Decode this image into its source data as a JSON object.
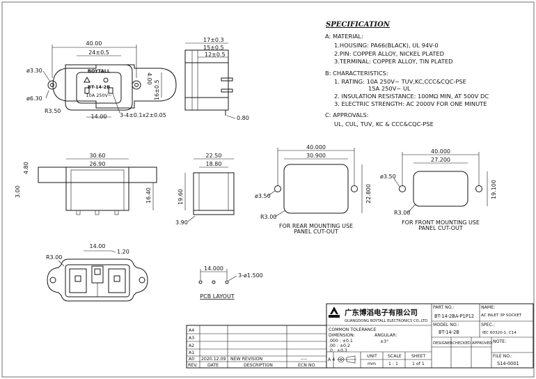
{
  "spec": {
    "title": "SPECIFICATION",
    "material_heading": "A: MATERIAL:",
    "material": [
      "1.HOUSING: PA66(BLACK), UL 94V-0",
      "2.PIN: COPPER ALLOY, NICKEL PLATED",
      "3.TERMINAL: COPPER ALLOY, TIN PLATED"
    ],
    "char_heading": "B: CHARACTERISTICS:",
    "characteristics": [
      "1. RATING: 10A 250V~ TUV,KC,CCC&CQC-PSE",
      "15A 250V~ UL",
      "2. INSULATION RESISTANCE: 100MΩ MIN, AT 500V DC",
      "3. ELECTRIC STRENGTH: AC 2000V FOR ONE MINUTE"
    ],
    "approvals_heading": "C: APPROVALS:",
    "approvals": "UL, CUL, TUV, KC & CCC&CQC-PSE"
  },
  "front_view": {
    "dims": [
      "40.00",
      "24±0.5",
      "ø3.30",
      "ø6.30",
      "R3.50",
      "14.00",
      "3-4±0.1x2±0.05",
      "4.00",
      "16±0.5"
    ],
    "brand": "BOYTALL",
    "model": "BT-14-2B",
    "rating": "10A 250V~"
  },
  "side_view": {
    "dims": [
      "17±0.3",
      "15±0.5",
      "12±0.5",
      "0.80"
    ]
  },
  "bottom_view": {
    "dims": [
      "30.60",
      "26.90",
      "4.80",
      "3.00",
      "16.40"
    ]
  },
  "end_view": {
    "dims": [
      "22.50",
      "18.80",
      "19.60",
      "3.90"
    ]
  },
  "rear_cutout": {
    "dims": [
      "40.000",
      "30.900",
      "ø3.50",
      "22.800",
      "R3.00"
    ],
    "caption": [
      "FOR REAR MOUNTING USE",
      "PANEL CUT-OUT"
    ]
  },
  "front_cutout": {
    "dims": [
      "40.000",
      "27.200",
      "ø3.50",
      "19.100",
      "R3.00"
    ],
    "caption": [
      "FOR FRONT MOUNTING USE",
      "PANEL CUT-OUT"
    ]
  },
  "rear_view": {
    "dims": [
      "14.00",
      "1.20",
      "R3.00"
    ]
  },
  "pcb": {
    "dims": [
      "14.000",
      "3-ø1.500"
    ],
    "caption": "PCB LAYOUT"
  },
  "revisions": {
    "rows": [
      "A4",
      "A3",
      "A2",
      "A1",
      "A0"
    ],
    "a0_date": "2020.12.09",
    "a0_desc": "NEW REVISION",
    "a0_ecn": "----",
    "headers": [
      "REV.",
      "DATE",
      "DESCRIPTION",
      "ECN NO."
    ]
  },
  "title_block": {
    "company_cn": "广东博滔电子有限公司",
    "company_en": "GUANGDONG BOYTALL ELECTRONICS CO.,LTD",
    "tolerance_title": "COMMON TOLERANCE",
    "dimension_label": "DIMENSION:",
    "angular_label": "ANGULAR:",
    "tol": [
      ".000  : ±0.1",
      ".00    : ±0.2",
      ".0      : ±0.3"
    ],
    "angular": "±3°",
    "sheet_size": "A 4",
    "unit_label": "UNIT",
    "unit": "mm",
    "scale_label": "SCALE",
    "scale": "1 : 1",
    "sheet_label": "SHEET",
    "sheet": "1 of 1",
    "part_no_label": "PART NO.:",
    "part_no": "BT-14-2BA-P1P12",
    "name_label": "NAME:",
    "name": "AC INLET 3P SOCKET",
    "model_no_label": "MODEL NO.:",
    "model_no": "BT-14-2B",
    "spec_label": "SPEC.:",
    "spec_val": "IEC 60320-1, C14",
    "designer": "DESIGNER",
    "checked": "CHECKED",
    "approved": "APPROVED",
    "note": "NOTE:",
    "file_no_label": "FILE NO.:",
    "file_no": "S14-0001"
  }
}
